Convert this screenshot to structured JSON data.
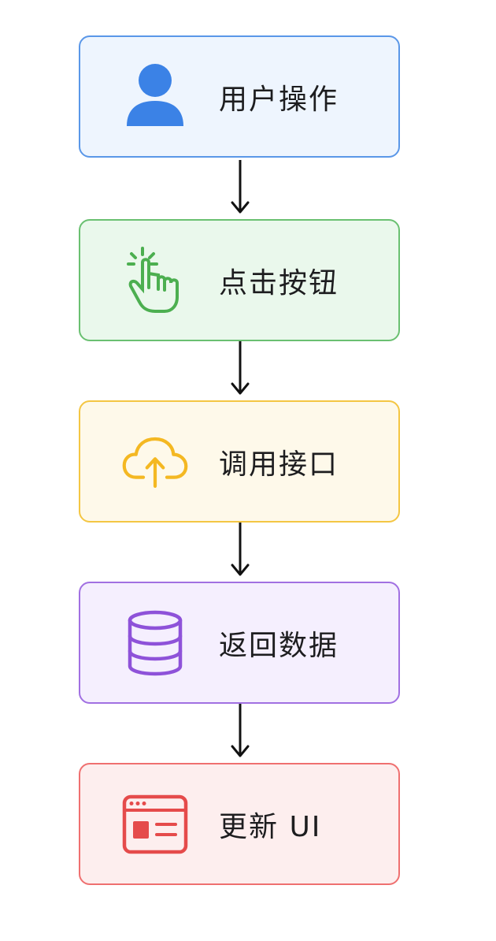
{
  "flow": {
    "steps": [
      {
        "label": "用户操作",
        "icon": "user-icon",
        "border": "#5a97e8",
        "fill": "#eef5fe",
        "accent": "#3b82e6"
      },
      {
        "label": "点击按钮",
        "icon": "pointer-click-icon",
        "border": "#6ac071",
        "fill": "#eaf8ec",
        "accent": "#4caf50"
      },
      {
        "label": "调用接口",
        "icon": "cloud-upload-icon",
        "border": "#f4c643",
        "fill": "#fef9ea",
        "accent": "#f4b822"
      },
      {
        "label": "返回数据",
        "icon": "database-icon",
        "border": "#a170e2",
        "fill": "#f5effe",
        "accent": "#8e52d9"
      },
      {
        "label": "更新 UI",
        "icon": "browser-window-icon",
        "border": "#ef7070",
        "fill": "#fdeeee",
        "accent": "#e54b4b"
      }
    ],
    "arrow_color": "#111111"
  }
}
